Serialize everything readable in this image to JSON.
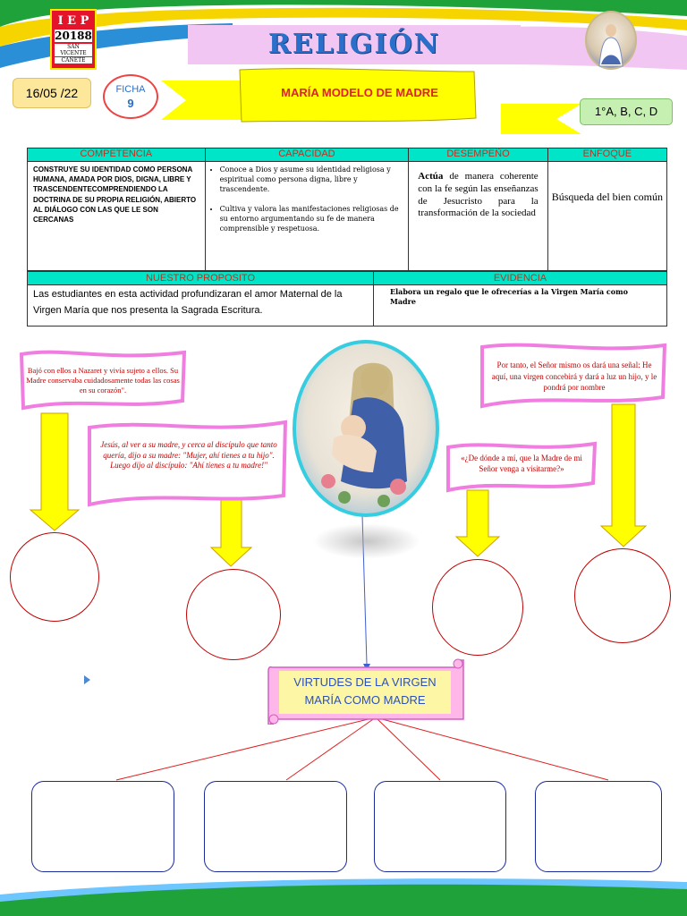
{
  "header": {
    "title": "RELIGIÓN VIRTUAL",
    "logo_line1": "I E P",
    "logo_line2": "20188",
    "logo_line3": "SAN VICENTE",
    "logo_line4": "CAÑETE",
    "date": "16/05 /22",
    "ficha_label": "FICHA",
    "ficha_number": "9",
    "topic": "MARÍA MODELO DE MADRE",
    "grades": "1°A, B, C, D"
  },
  "table": {
    "headers": [
      "COMPETENCIA",
      "CAPACIDAD",
      "DESEMPEÑO",
      "ENFOQUE"
    ],
    "competencia": "CONSTRUYE SU IDENTIDAD COMO PERSONA HUMANA, AMADA POR DIOS, DIGNA, LIBRE Y TRASCENDENTECOMPRENDIENDO LA DOCTRINA DE SU PROPIA RELIGIÓN, ABIERTO AL DIÁLOGO CON LAS QUE LE SON CERCANAS",
    "capacidad": [
      "Conoce a Dios y asume su identidad religiosa y espiritual como persona digna, libre y trascendente.",
      "Cultiva y valora las manifestaciones religiosas de su entorno argumentando su fe de manera comprensible y respetuosa."
    ],
    "desempeno_lead": "Actúa",
    "desempeno": " de manera coherente con la fe según las enseñanzas de Jesucristo para la transformación de la sociedad",
    "enfoque": "Búsqueda del bien común",
    "proposito_header": "NUESTRO PROPOSITO",
    "evidencia_header": "EVIDENCIA",
    "proposito": "Las estudiantes en esta actividad profundizaran el amor Maternal de la Virgen María que nos presenta la Sagrada Escritura.",
    "evidencia": "Elabora un regalo que le ofrecerías a la Virgen María como Madre"
  },
  "quotes": {
    "q1": "Bajó con ellos a Nazaret y vivía sujeto a ellos. Su Madre conservaba cuidadosamente todas las cosas en su corazón\".",
    "q2": "Jesús, al ver a su madre, y cerca al discípulo que tanto quería, dijo a su madre: \"Mujer, ahí tienes a tu hijo\". Luego dijo al discípulo: \"Ahí tienes a tu madre!\"",
    "q3": "«¿De dónde a mí, que la Madre de mi Señor venga a visitarme?»",
    "q4": "Por tanto, el Señor mismo os dará una señal: He aquí, una virgen concebirá y dará a luz un hijo, y le pondrá por nombre"
  },
  "virtudes": {
    "line1": "VIRTUDES DE LA VIRGEN",
    "line2": "MARÍA COMO MADRE"
  },
  "colors": {
    "teal_header": "#00e5c8",
    "ribbon_yellow": "#ffff00",
    "title_blue": "#2a6fc9",
    "quote_red": "#c00000",
    "pink_border": "#f07ee0"
  }
}
